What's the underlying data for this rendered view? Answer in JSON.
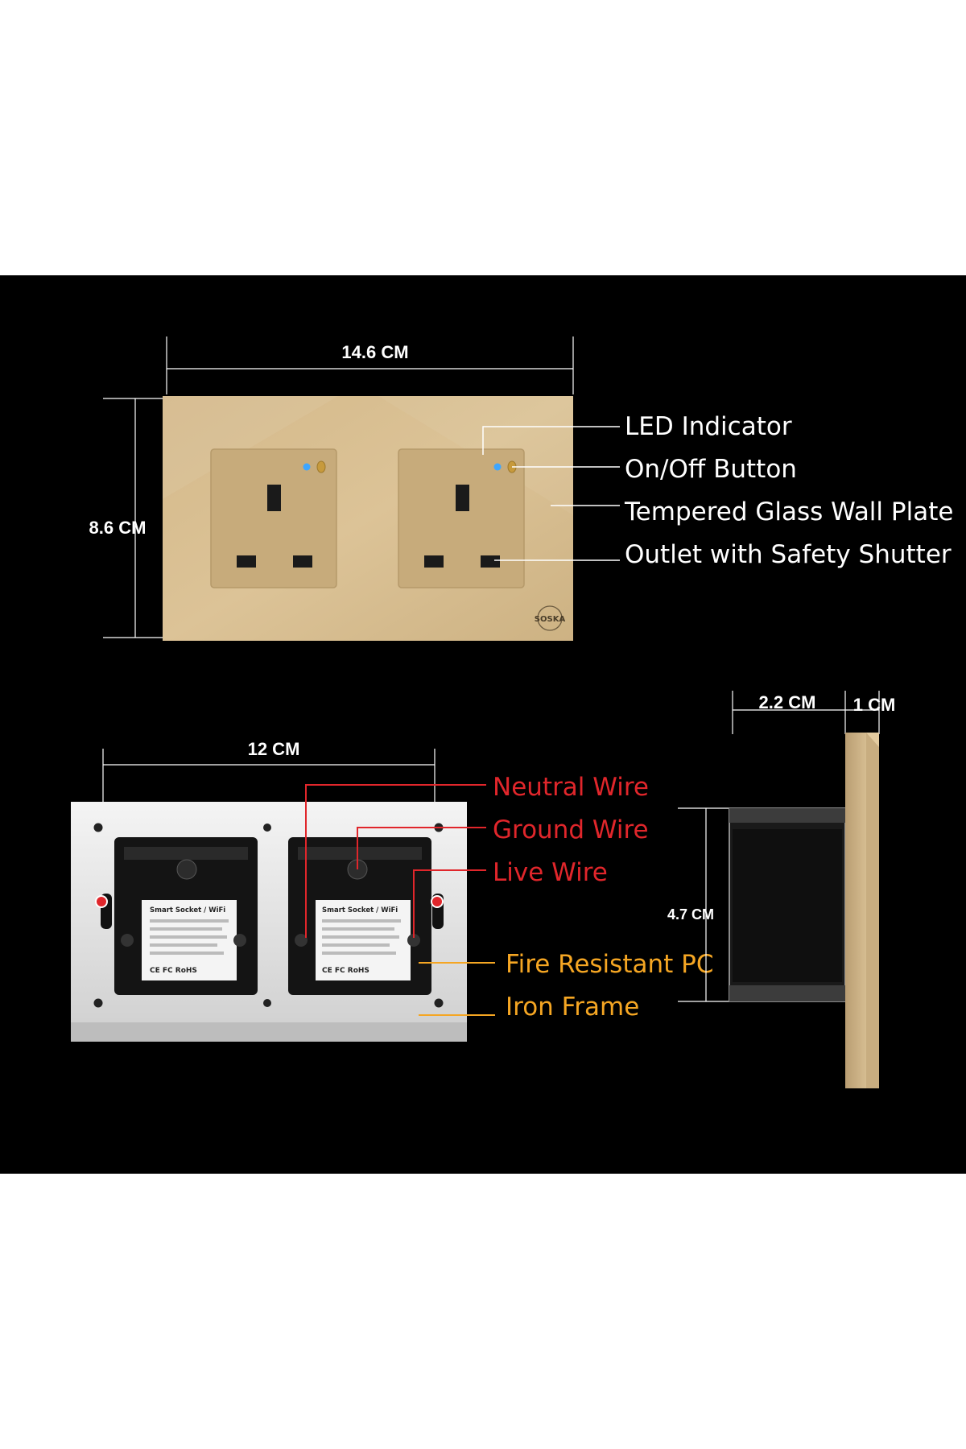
{
  "colors": {
    "background": "#000000",
    "page": "#ffffff",
    "gold_plate": "#d9bf8f",
    "gold_module": "#c9ad7d",
    "white_label": "#ffffff",
    "red_label": "#e0262b",
    "orange_label": "#f5a623",
    "led_blue": "#3ea6ff",
    "led_amber": "#c79a3c"
  },
  "front_view": {
    "width_dim": "14.6 CM",
    "height_dim": "8.6 CM",
    "brand_logo": "SOSKA",
    "callouts": [
      {
        "label": "LED Indicator"
      },
      {
        "label": "On/Off Button"
      },
      {
        "label": "Tempered Glass Wall Plate"
      },
      {
        "label": "Outlet with Safety Shutter"
      }
    ]
  },
  "back_view": {
    "width_dim": "12 CM",
    "module_label_title": "Smart Socket / WiFi",
    "module_certs": "CE FC RoHS",
    "wire_callouts": [
      {
        "label": "Neutral Wire"
      },
      {
        "label": "Ground Wire"
      },
      {
        "label": "Live Wire"
      }
    ],
    "material_callouts": [
      {
        "label": "Fire Resistant PC"
      },
      {
        "label": "Iron Frame"
      }
    ]
  },
  "side_view": {
    "depth_dim": "2.2 CM",
    "plate_dim": "1 CM",
    "height_dim": "4.7 CM"
  }
}
